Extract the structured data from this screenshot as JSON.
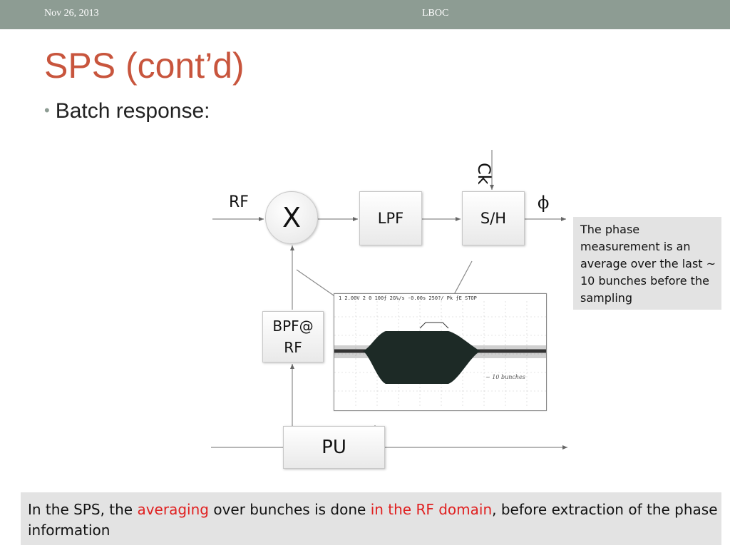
{
  "header": {
    "date": "Nov 26, 2013",
    "footer": "LBOC"
  },
  "slide": {
    "title": "SPS (cont’d)",
    "bullet": "Batch response:"
  },
  "diagram": {
    "rf_label": "RF",
    "mixer_label": "X",
    "lpf_label": "LPF",
    "sh_label": "S/H",
    "ck_label": "Ck",
    "phi_label": "ϕ",
    "bpf_line1": "BPF@",
    "bpf_line2": "RF",
    "pu_label": "PU",
    "note": "The phase measurement is an average over the last ~ 10 bunches before the sampling"
  },
  "scope": {
    "header": "1  2.00V   2  0 100ƒ  2G%/s   -0.00s  250?/  Pk      ƒE  STOP",
    "annotation": "~ 10 bunches"
  },
  "caption": {
    "part1": "In the SPS, the ",
    "part2": "averaging",
    "part3": " over bunches is done ",
    "part4": "in the RF domain",
    "part5": ", before extraction of the phase information"
  },
  "colors": {
    "topbar": "#8d9c93",
    "title": "#c8553d",
    "highlight": "#e02020",
    "note_bg": "#e3e3e3"
  }
}
